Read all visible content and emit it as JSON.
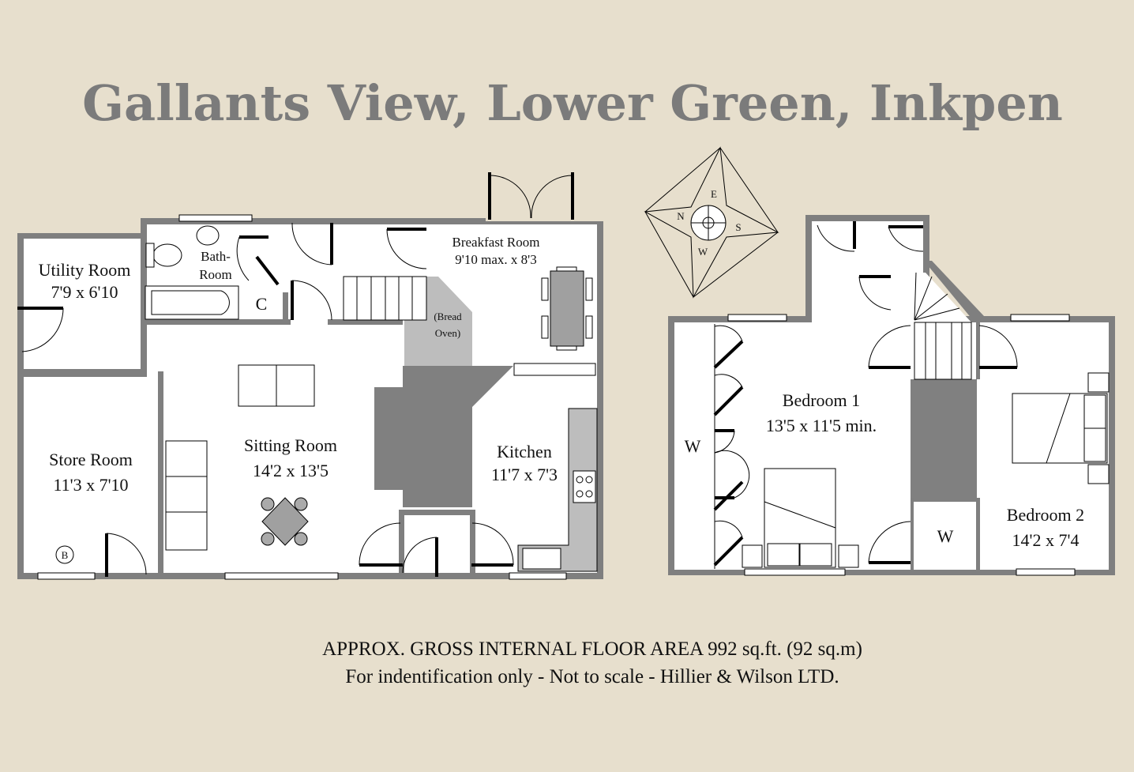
{
  "title": "Gallants View, Lower Green, Inkpen",
  "ground_floor": {
    "utility_room": {
      "name": "Utility Room",
      "size": "7'9 x 6'10"
    },
    "bathroom": {
      "name_line1": "Bath-",
      "name_line2": "Room"
    },
    "cupboard": "C",
    "breakfast_room": {
      "name": "Breakfast Room",
      "size": "9'10 max. x 8'3"
    },
    "bread_oven": {
      "line1": "(Bread",
      "line2": "Oven)"
    },
    "store_room": {
      "name": "Store Room",
      "size": "11'3 x 7'10"
    },
    "boiler": "B",
    "sitting_room": {
      "name": "Sitting Room",
      "size": "14'2 x 13'5"
    },
    "kitchen": {
      "name": "Kitchen",
      "size": "11'7 x 7'3"
    }
  },
  "first_floor": {
    "bedroom1": {
      "name": "Bedroom 1",
      "size": "13'5 x 11'5 min."
    },
    "bedroom2": {
      "name": "Bedroom 2",
      "size": "14'2 x 7'4"
    },
    "wardrobe1": "W",
    "wardrobe2": "W"
  },
  "compass": {
    "n": "N",
    "e": "E",
    "s": "S",
    "w": "W"
  },
  "footer": {
    "line1": "APPROX. GROSS INTERNAL FLOOR AREA 992 sq.ft. (92 sq.m)",
    "line2": "For indentification only - Not to scale - Hillier & Wilson LTD."
  }
}
